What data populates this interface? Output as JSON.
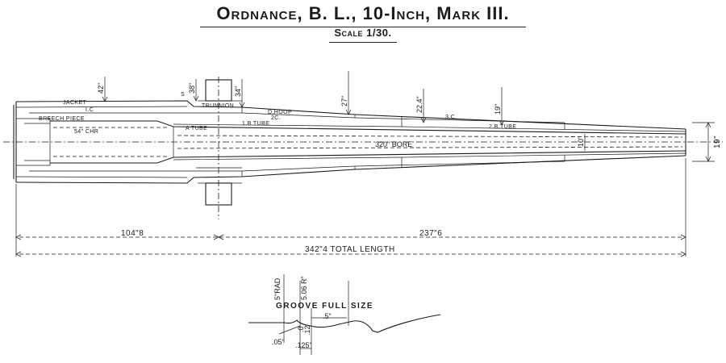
{
  "title": "Ordnance, B. L., 10-Inch, Mark III.",
  "scale": "Scale 1/30.",
  "labels": {
    "jacket": "JACKET",
    "ic": "I.C",
    "breech_piece": "BREECH PIECE",
    "chamber": "54\" CHR",
    "a_tube": "A TUBE",
    "one_b_tube": "1.B TUBE",
    "trunnion": "TRUNNION",
    "d_hoop": "D.HOOP",
    "two_c": "2C.",
    "three_c": "3.C.",
    "two_b_tube": "2.B.TUBE",
    "bore": "320\" BORE",
    "s_mark": "S"
  },
  "dimensions": {
    "d42": "42\"",
    "d38": "38\"",
    "d34": "34\"",
    "d27": "27\"",
    "d22_4": "22.4\"",
    "d19_top": "19\"",
    "d10": "10\"",
    "d19_muzzle": "19\"",
    "len_rear": "104\"8",
    "len_front": "237\"6",
    "len_total": "342\"4 TOTAL LENGTH"
  },
  "groove": {
    "title": "GROOVE FULL SIZE",
    "rad": "5\"RAD",
    "r2": "5.06 R\"",
    "d_05": ".05\"",
    "d_5": ".5\"",
    "d_125": ".125\"",
    "d_012": ".12",
    "d_031": ".0"
  }
}
